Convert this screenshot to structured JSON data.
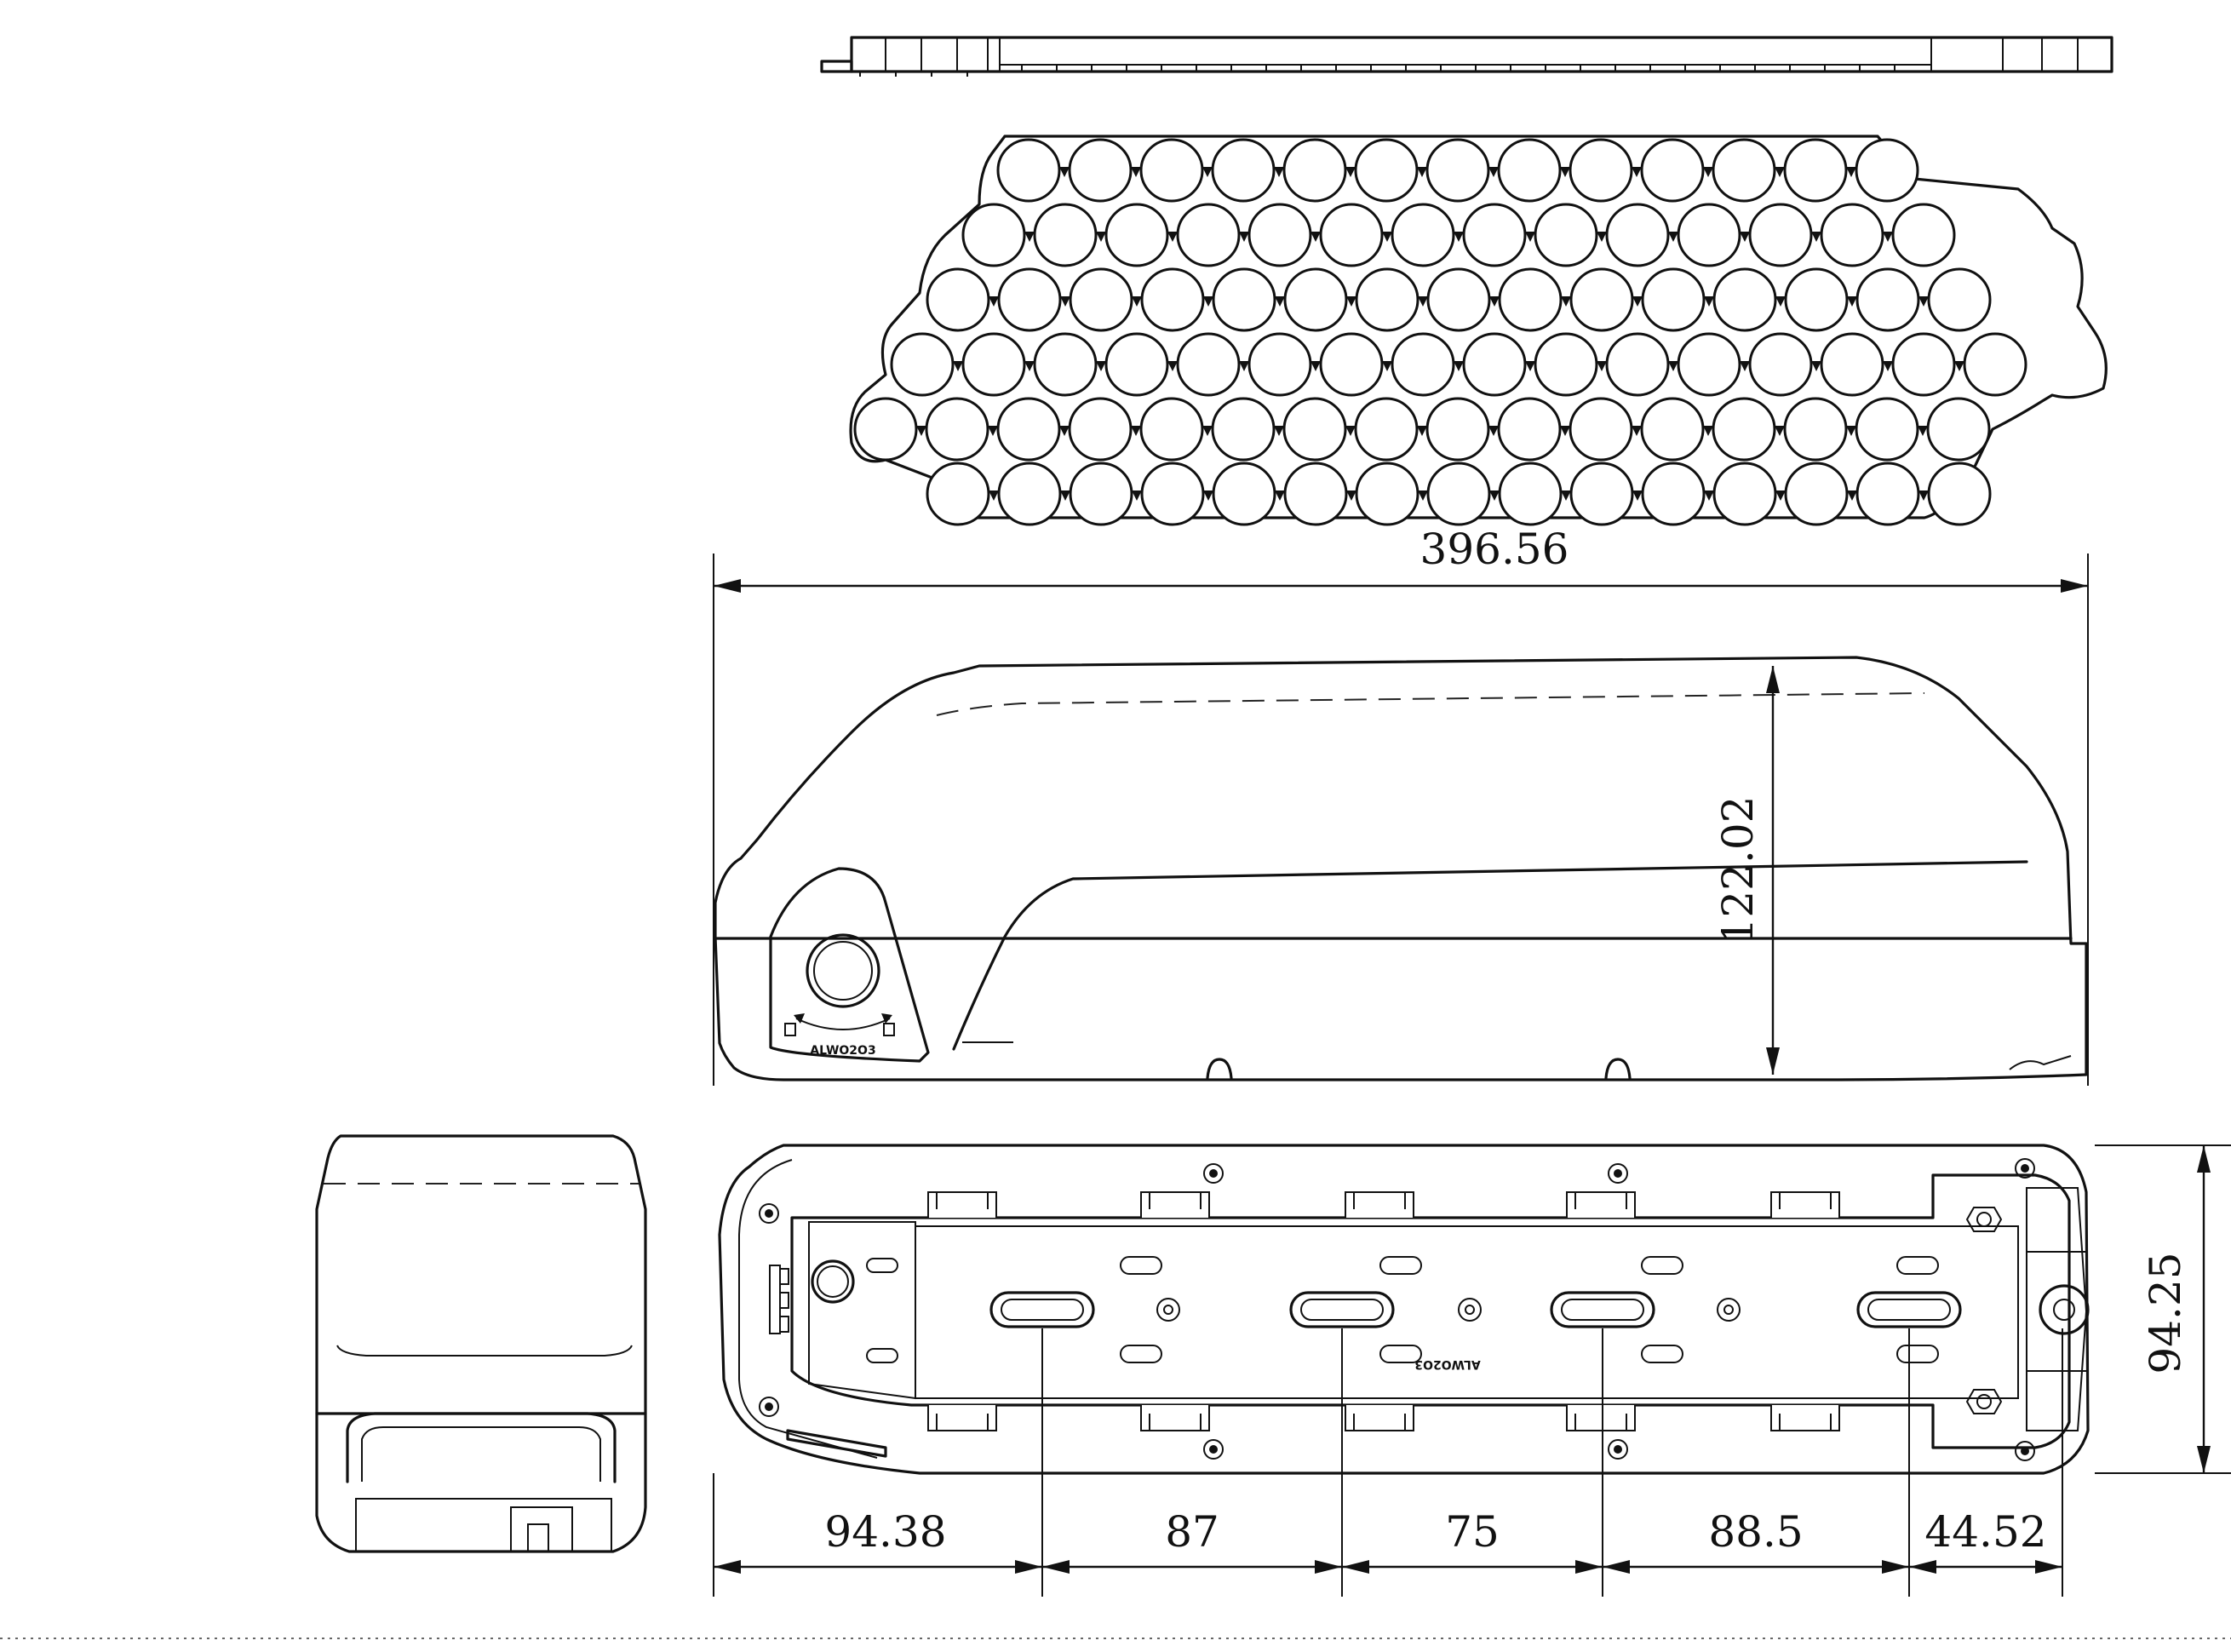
{
  "dimensions": {
    "total_length": "396.56",
    "height": "122.02",
    "width": "94.25",
    "segments": [
      "94.38",
      "87",
      "75",
      "88.5",
      "44.52"
    ]
  },
  "cell_holder": {
    "rows": [
      13,
      14,
      15,
      16,
      16,
      15
    ]
  },
  "labels": {
    "side_label": "ALWO2O3",
    "bottom_label": "ALWO2O3"
  }
}
